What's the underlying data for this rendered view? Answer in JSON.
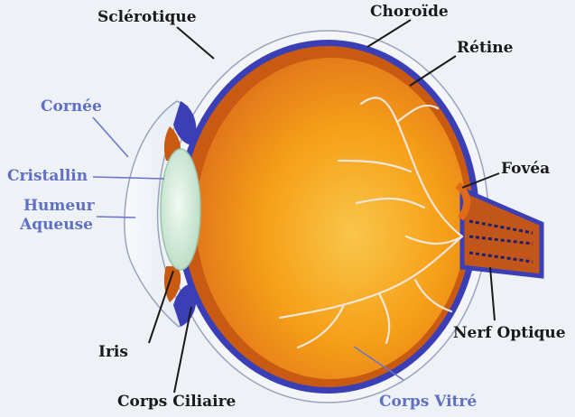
{
  "labels": {
    "sclerotique": "Sclérotique",
    "choroide": "Choroïde",
    "retine": "Rétine",
    "cornee": "Cornée",
    "cristallin": "Cristallin",
    "humeur_line1": "Humeur",
    "humeur_line2": "Aqueuse",
    "fovea": "Fovéa",
    "iris": "Iris",
    "nerf_optique": "Nerf Optique",
    "corps_ciliaire": "Corps Ciliaire",
    "corps_vitre": "Corps Vitré"
  },
  "colors": {
    "background": "#eef2f7",
    "label_dark": "#1a1a1a",
    "label_blue": "#5f6fc4",
    "choroid": "#3a3fb6",
    "retina_outer": "#c85a12",
    "vitreous_inner": "#f6a018",
    "vitreous_center": "#f9c64a",
    "lens": "#cfe6d4",
    "vessels": "#f4e6dc"
  }
}
